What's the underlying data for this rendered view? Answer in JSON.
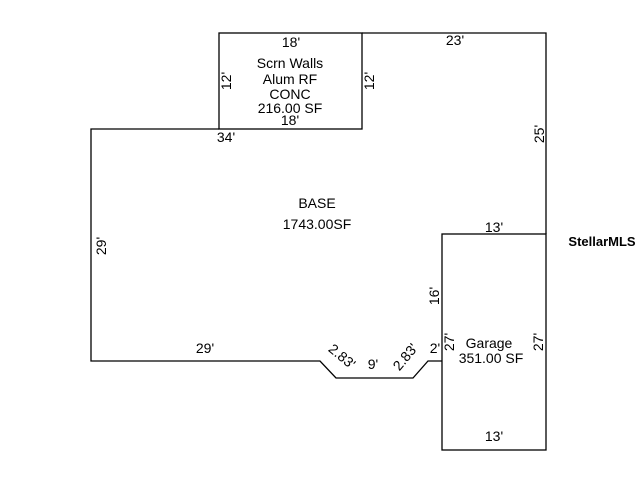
{
  "screened_porch": {
    "lines": [
      "Scrn Walls",
      "Alum RF",
      "CONC",
      "216.00 SF"
    ],
    "dim_top": "18'",
    "dim_bottom": "18'",
    "dim_left": "12'",
    "dim_right": "12'"
  },
  "base": {
    "name": "BASE",
    "area": "1743.00SF",
    "dim_top_right": "23'",
    "dim_right": "25'",
    "dim_top_left": "34'",
    "dim_left": "29'",
    "dim_bottom_left": "29'",
    "dim_angle_left": "2.83'",
    "dim_notch": "9'",
    "dim_angle_right": "2.83'",
    "dim_step": "2'",
    "dim_inner": "16'",
    "dim_garage_top": "13'"
  },
  "garage": {
    "name": "Garage",
    "area": "351.00 SF",
    "dim_left": "27'",
    "dim_right": "27'",
    "dim_bottom": "13'"
  },
  "watermark": "StellarMLS"
}
